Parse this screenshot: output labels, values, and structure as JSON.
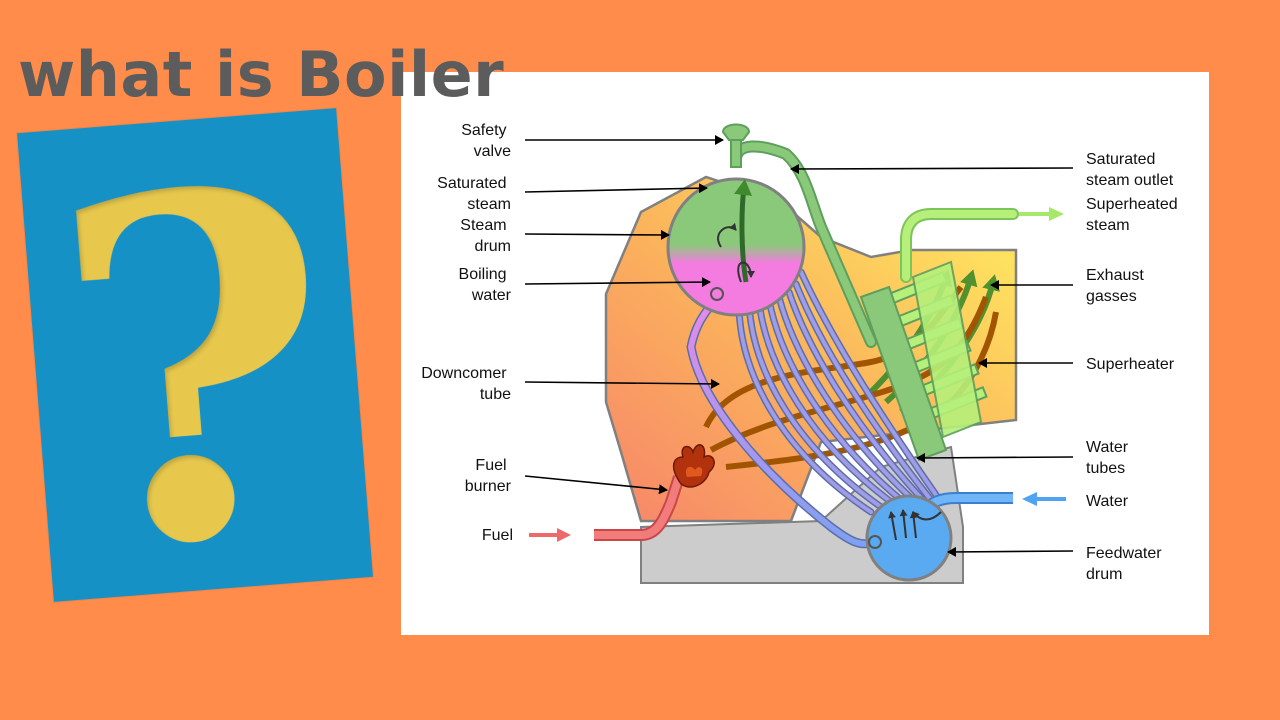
{
  "header": {
    "title": "what is Boiler"
  },
  "question_card": {
    "glyph": "?",
    "background": "#1691C6",
    "glyph_color": "#E7C84E"
  },
  "colors": {
    "page_background": "#FF8C4A",
    "fire": "#F9A65A",
    "steam": "#7CC576",
    "water": "#F47CE0",
    "feedwater": "#4FA3F0",
    "superheated": "#A6E86A",
    "fuel": "#EE6A6A"
  },
  "diagram": {
    "labels": {
      "safety_valve": [
        "Safety",
        "valve"
      ],
      "saturated_steam": [
        "Saturated",
        "steam"
      ],
      "steam_drum": [
        "Steam",
        "drum"
      ],
      "boiling_water": [
        "Boiling",
        "water"
      ],
      "downcomer_tube": [
        "Downcomer",
        "tube"
      ],
      "fuel_burner": [
        "Fuel",
        "burner"
      ],
      "fuel": "Fuel",
      "saturated_steam_outlet": [
        "Saturated",
        "steam outlet"
      ],
      "superheated_steam": [
        "Superheated",
        "steam"
      ],
      "exhaust_gasses": [
        "Exhaust",
        "gasses"
      ],
      "superheater": "Superheater",
      "water_tubes": [
        "Water",
        "tubes"
      ],
      "water": "Water",
      "feedwater_drum": [
        "Feedwater",
        "drum"
      ]
    }
  }
}
